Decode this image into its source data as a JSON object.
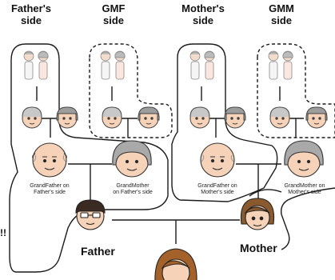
{
  "headers": {
    "fathers_side": [
      "Father's",
      "side"
    ],
    "gmf_side": [
      "GMF",
      "side"
    ],
    "mothers_side": [
      "Mother's",
      "side"
    ],
    "gmm_side": [
      "GMM",
      "side"
    ]
  },
  "captions": {
    "grandfather_fathers_side": [
      "GrandFather on",
      "Father's side"
    ],
    "grandmother_fathers_side": [
      "GrandMother",
      "on Father's side"
    ],
    "grandfather_mothers_side": [
      "GrandFather on",
      "Mother's side"
    ],
    "grandmother_mothers_side": [
      "GrandMother on",
      "Mother's side"
    ]
  },
  "labels": {
    "father": "Father",
    "mother": "Mother",
    "edge_text": "!!"
  },
  "colors": {
    "line": "#1a1a1a",
    "skin": "#f6d2b8",
    "hair_gray": "#b9b9b9",
    "hair_dark": "#3a2a22",
    "hair_brown": "#8a5a2e",
    "girl_hair": "#a4622a"
  }
}
